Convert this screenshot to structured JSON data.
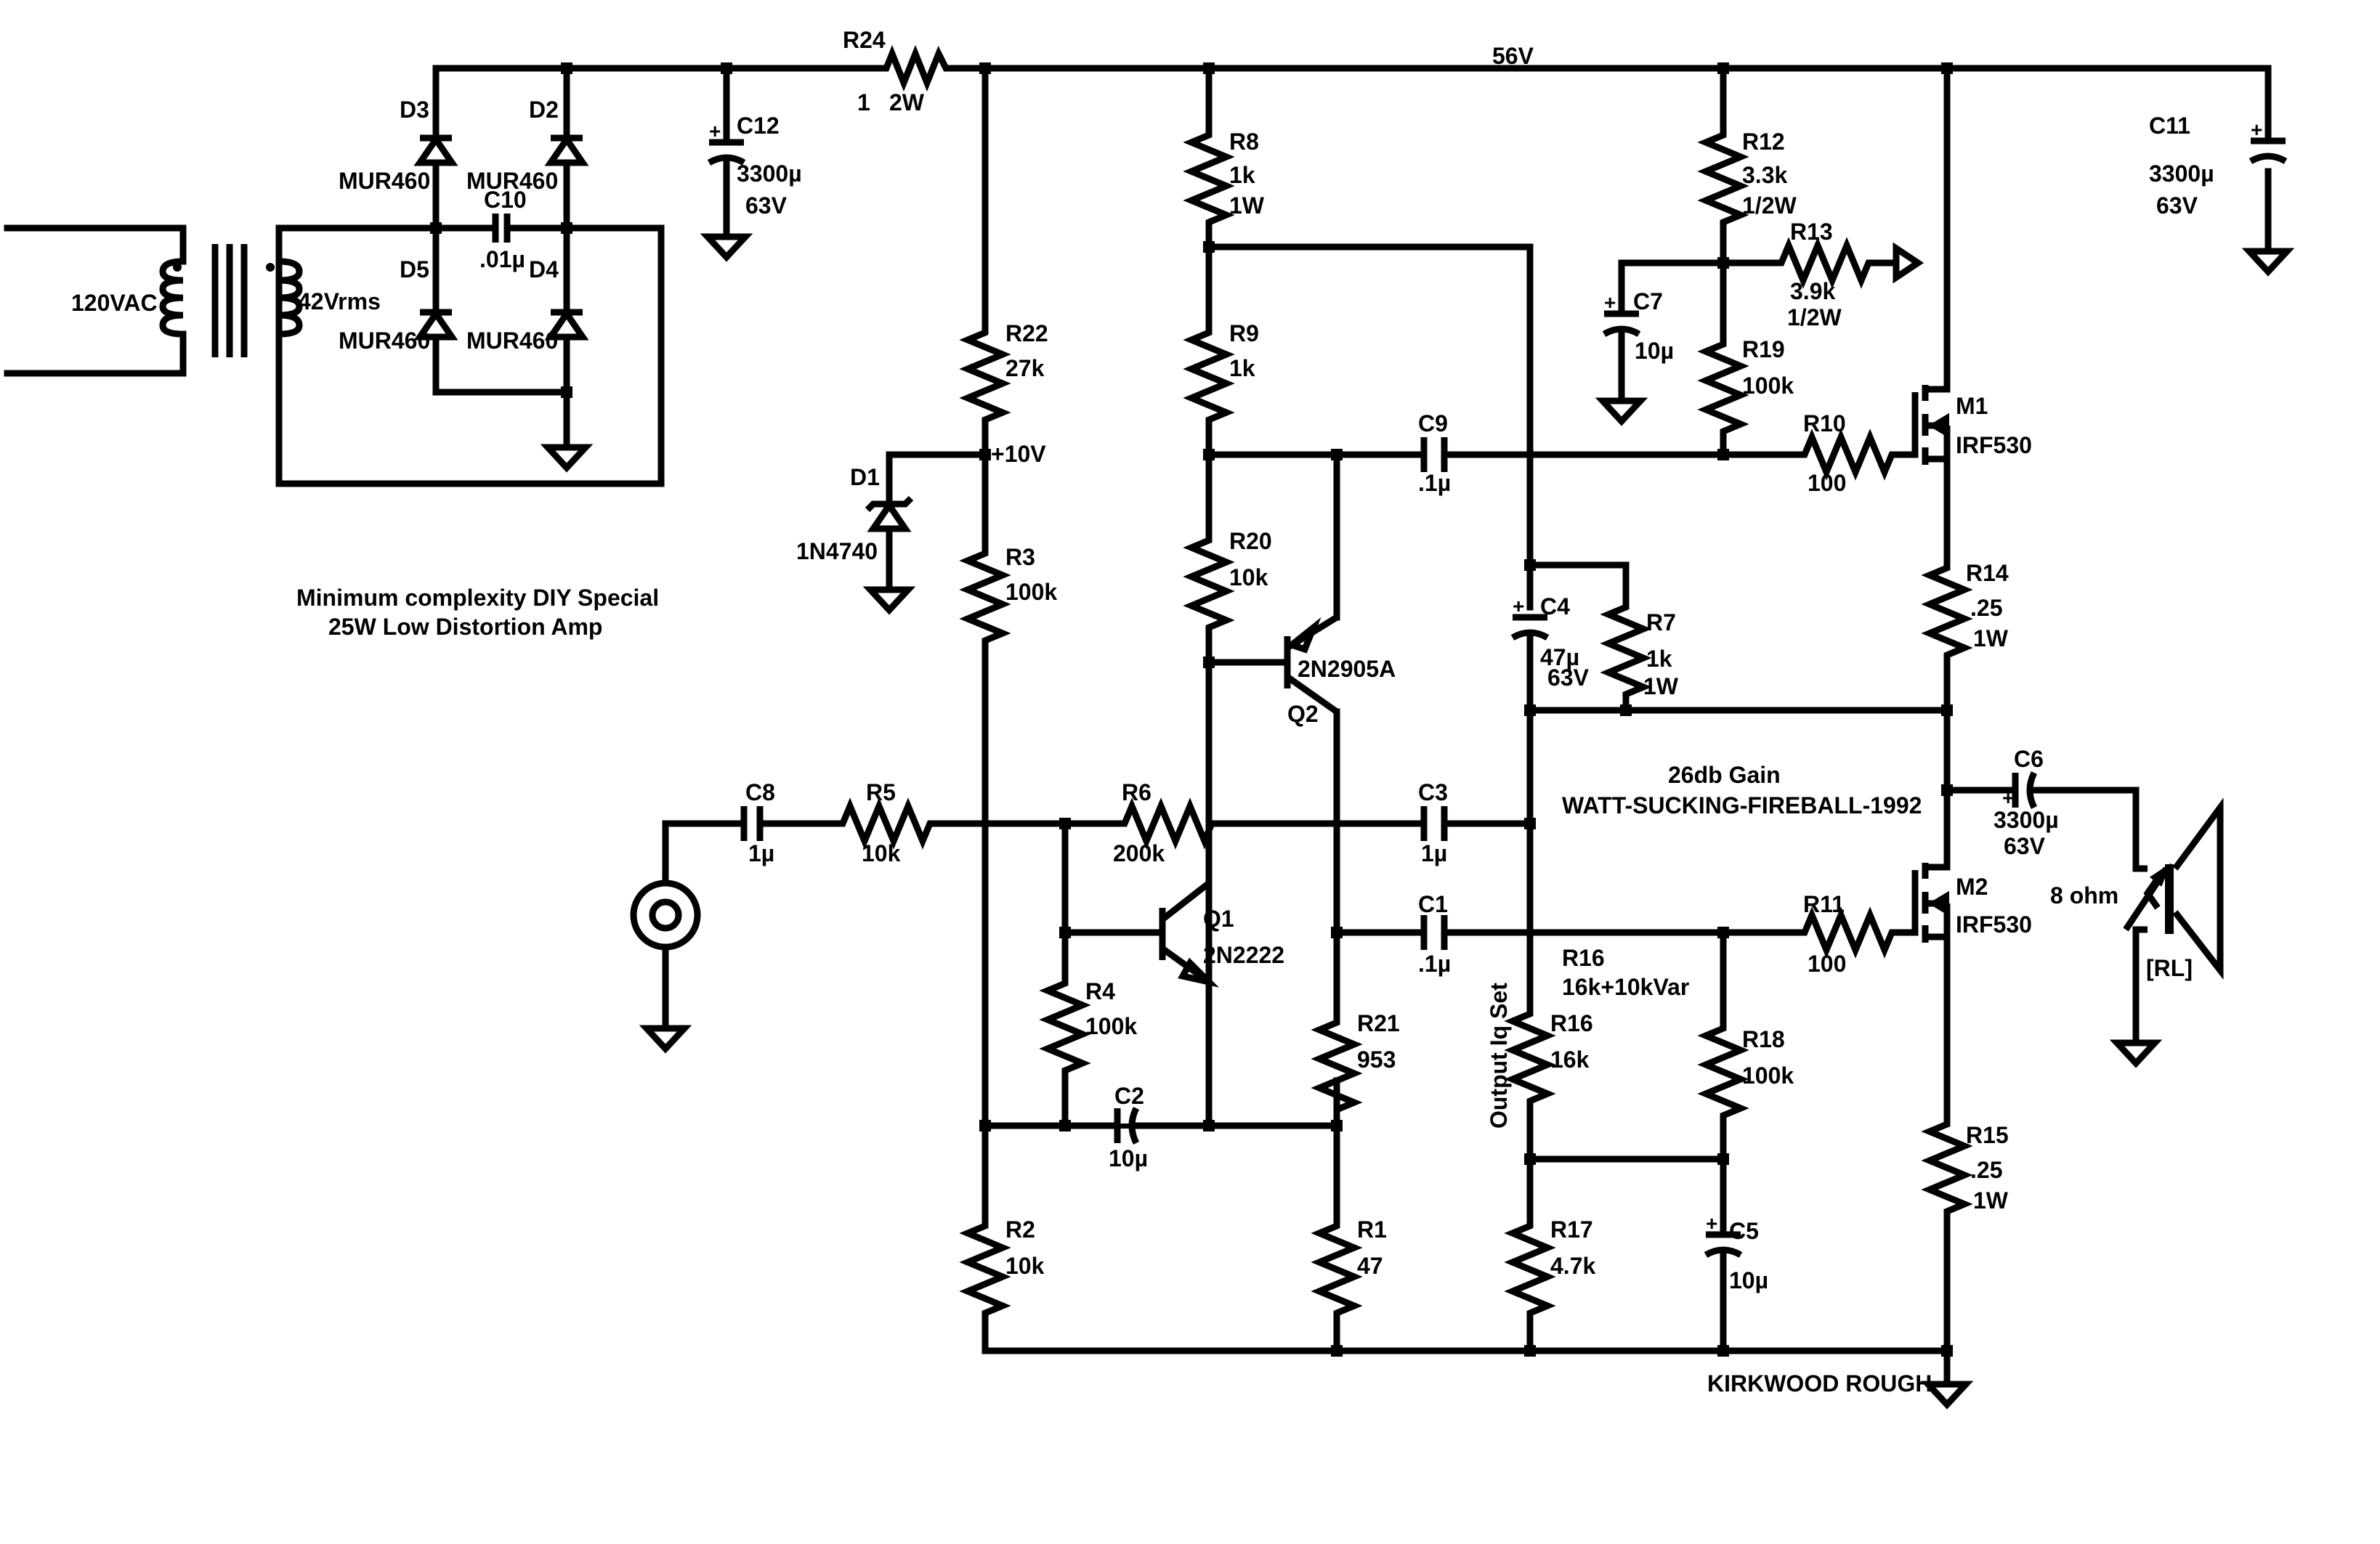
{
  "notes": {
    "title_line1": "Minimum complexity DIY Special",
    "title_line2": "25W Low Distortion Amp",
    "gain": "26db Gain",
    "project": "WATT-SUCKING-FIREBALL-1992",
    "author": "KIRKWOOD ROUGH",
    "iq_set": "Output Iq Set"
  },
  "nets": {
    "rail": "56V",
    "ref": "+10V"
  },
  "power": {
    "mains": "120VAC",
    "secondary": "42Vrms"
  },
  "components": {
    "R24": {
      "name": "R24",
      "v1": "1",
      "v2": "2W"
    },
    "C12": {
      "name": "C12",
      "v1": "3300µ",
      "v2": "63V"
    },
    "C11": {
      "name": "C11",
      "v1": "3300µ",
      "v2": "63V"
    },
    "D3": {
      "name": "D3",
      "v1": "MUR460"
    },
    "D2": {
      "name": "D2",
      "v1": "MUR460"
    },
    "D5": {
      "name": "D5",
      "v1": "MUR460"
    },
    "D4": {
      "name": "D4",
      "v1": "MUR460"
    },
    "C10": {
      "name": "C10",
      "v1": ".01µ"
    },
    "R22": {
      "name": "R22",
      "v1": "27k"
    },
    "D1": {
      "name": "D1",
      "v1": "1N4740"
    },
    "R3": {
      "name": "R3",
      "v1": "100k"
    },
    "R8": {
      "name": "R8",
      "v1": "1k",
      "v2": "1W"
    },
    "R9": {
      "name": "R9",
      "v1": "1k"
    },
    "R20": {
      "name": "R20",
      "v1": "10k"
    },
    "Q2": {
      "name": "Q2",
      "v1": "2N2905A"
    },
    "R12": {
      "name": "R12",
      "v1": "3.3k",
      "v2": "1/2W"
    },
    "R13": {
      "name": "R13",
      "v1": "3.9k",
      "v2": "1/2W"
    },
    "C7": {
      "name": "C7",
      "v1": "10µ"
    },
    "R19": {
      "name": "R19",
      "v1": "100k"
    },
    "C9": {
      "name": "C9",
      "v1": ".1µ"
    },
    "R10": {
      "name": "R10",
      "v1": "100"
    },
    "M1": {
      "name": "M1",
      "v1": "IRF530"
    },
    "R14": {
      "name": "R14",
      "v1": ".25",
      "v2": "1W"
    },
    "C4": {
      "name": "C4",
      "v1": "47µ",
      "v2": "63V"
    },
    "R7": {
      "name": "R7",
      "v1": "1k",
      "v2": "1W"
    },
    "C8": {
      "name": "C8",
      "v1": "1µ"
    },
    "R5": {
      "name": "R5",
      "v1": "10k"
    },
    "R6": {
      "name": "R6",
      "v1": "200k"
    },
    "C3": {
      "name": "C3",
      "v1": "1µ"
    },
    "C6": {
      "name": "C6",
      "v1": "3300µ",
      "v2": "63V"
    },
    "Q1": {
      "name": "Q1",
      "v1": "2N2222"
    },
    "R4": {
      "name": "R4",
      "v1": "100k"
    },
    "C1": {
      "name": "C1",
      "v1": ".1µ"
    },
    "R16": {
      "name": "R16",
      "v1": "16k",
      "v2": "16k+10kVar"
    },
    "R11": {
      "name": "R11",
      "v1": "100"
    },
    "M2": {
      "name": "M2",
      "v1": "IRF530"
    },
    "RL": {
      "name": "8 ohm",
      "v1": "[RL]"
    },
    "R21": {
      "name": "R21",
      "v1": "953"
    },
    "R18": {
      "name": "R18",
      "v1": "100k"
    },
    "C2": {
      "name": "C2",
      "v1": "10µ"
    },
    "R2": {
      "name": "R2",
      "v1": "10k"
    },
    "R1": {
      "name": "R1",
      "v1": "47"
    },
    "R17": {
      "name": "R17",
      "v1": "4.7k"
    },
    "C5": {
      "name": "C5",
      "v1": "10µ"
    },
    "R15": {
      "name": "R15",
      "v1": ".25",
      "v2": "1W"
    }
  }
}
